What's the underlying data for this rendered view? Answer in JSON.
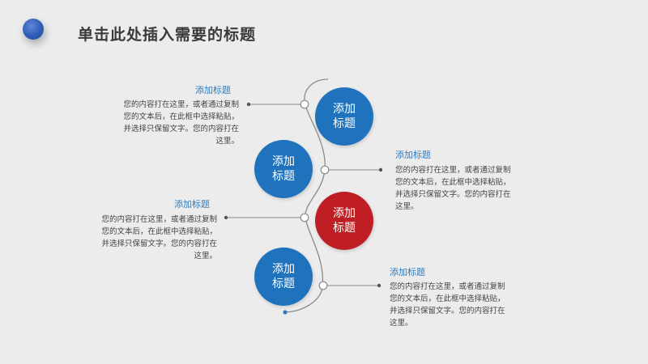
{
  "header": {
    "title": "单击此处插入需要的标题"
  },
  "colors": {
    "blue": "#1f73bd",
    "red": "#bf1f24",
    "heading": "#2f7bbf",
    "line": "#8a8a8a"
  },
  "steps": [
    {
      "circle_label": "添加标题",
      "heading": "添加标题",
      "text": "您的内容打在这里，或者通过复制您的文本后，在此框中选择粘贴，并选择只保留文字。您的内容打在这里。",
      "side": "left"
    },
    {
      "circle_label": "添加标题",
      "heading": "添加标题",
      "text": "您的内容打在这里，或者通过复制您的文本后，在此框中选择粘贴，并选择只保留文字。您的内容打在这里。",
      "side": "right"
    },
    {
      "circle_label": "添加标题",
      "heading": "添加标题",
      "text": "您的内容打在这里，或者通过复制您的文本后，在此框中选择粘贴，并选择只保留文字。您的内容打在这里。",
      "side": "left"
    },
    {
      "circle_label": "添加标题",
      "heading": "添加标题",
      "text": "您的内容打在这里，或者通过复制您的文本后，在此框中选择粘贴，并选择只保留文字。您的内容打在这里。",
      "side": "right"
    }
  ]
}
